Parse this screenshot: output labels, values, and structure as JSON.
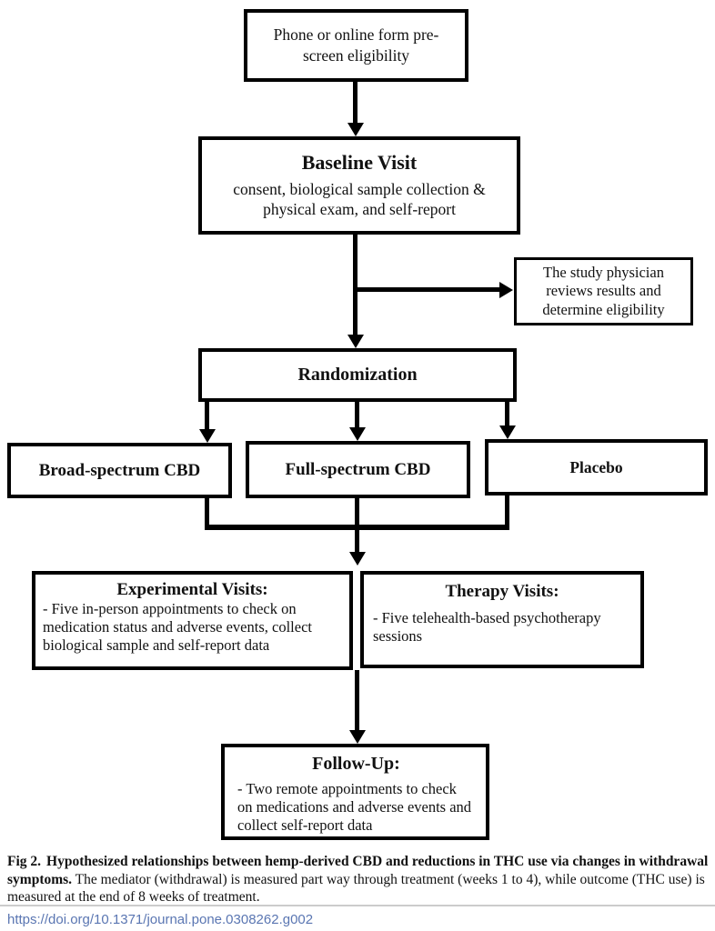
{
  "figure": {
    "nodes": {
      "prescreen": {
        "text": "Phone or online form pre-screen eligibility"
      },
      "baseline": {
        "title": "Baseline Visit",
        "body": "consent, biological sample collection & physical exam, and self-report"
      },
      "physician_review": {
        "text": "The study physician reviews results and determine eligibility"
      },
      "randomization": {
        "title": "Randomization"
      },
      "arm_broad": {
        "label": "Broad-spectrum CBD"
      },
      "arm_full": {
        "label": "Full-spectrum CBD"
      },
      "arm_placebo": {
        "label": "Placebo"
      },
      "experimental_visits": {
        "title": "Experimental Visits:",
        "body": "- Five in-person appointments to check on medication status and adverse events, collect biological sample and self-report data"
      },
      "therapy_visits": {
        "title": "Therapy Visits:",
        "body": "- Five telehealth-based psychotherapy sessions"
      },
      "follow_up": {
        "title": "Follow-Up:",
        "body": "- Two remote appointments to check on medications and adverse events and collect self-report data"
      }
    }
  },
  "caption": {
    "fig_label": "Fig 2.",
    "bold_text": "Hypothesized relationships between hemp-derived CBD and reductions in THC use via changes in withdrawal symptoms.",
    "body_text": "The mediator (withdrawal) is measured part way through treatment (weeks 1 to 4), while outcome (THC use) is measured at the end of 8 weeks of treatment."
  },
  "footer": {
    "doi_url": "https://doi.org/10.1371/journal.pone.0308262.g002"
  },
  "colors": {
    "box_border": "#000000",
    "connector": "#000000",
    "link": "#5a76b2",
    "divider": "#cccccc",
    "background": "#ffffff"
  }
}
